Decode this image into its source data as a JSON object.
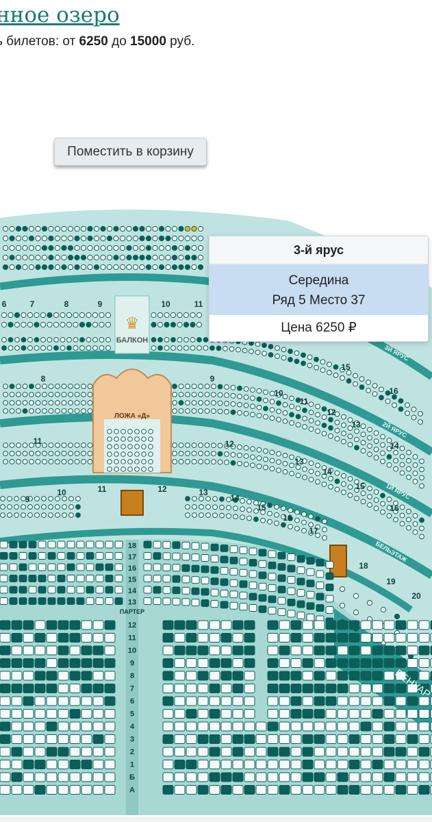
{
  "event": {
    "title": "нное озеро",
    "price_label": "ь билетов: от",
    "price_min": "6250",
    "price_to": "до",
    "price_max": "15000",
    "price_currency": "руб."
  },
  "cart_button": {
    "label": "Поместить в корзину"
  },
  "tooltip": {
    "section": "3-й ярус",
    "position": "Середина",
    "row_seat": "Ряд 5 Место 37",
    "price": "Цена 6250 ₽"
  },
  "hall": {
    "colors": {
      "background": "#bfe3e1",
      "tier_band": "#2e9a93",
      "seat_free": "#f5fbfa",
      "seat_taken": "#0c5e58",
      "seat_selected": "#f0b400",
      "stage_frame": "#f0c89a"
    },
    "labels": {
      "balcony": "БАЛКОН",
      "loge_d": "ЛОЖА «Д»",
      "parter": "ПАРТЕР",
      "tier3": "3Й ЯРУС",
      "tier2": "2Й ЯРУС",
      "tier1": "1Й ЯРУС",
      "beletage": "БЕЛЬЭТАЖ",
      "benoir": "БЕНУАР"
    },
    "tier3_box_numbers": [
      "6",
      "7",
      "8",
      "9",
      "10",
      "11"
    ],
    "tier3_right_numbers": [
      "15",
      "16"
    ],
    "tier2_numbers": [
      "8",
      "9",
      "10",
      "11",
      "12",
      "13",
      "14"
    ],
    "tier1_numbers": [
      "11",
      "12",
      "13",
      "14",
      "15",
      "16"
    ],
    "beletage_numbers": [
      "9",
      "10",
      "11",
      "12",
      "13",
      "14",
      "15",
      "16",
      "17"
    ],
    "benoir_numbers": [
      "18",
      "19",
      "20"
    ],
    "parter_back_rows": [
      "18",
      "17",
      "16",
      "15",
      "14",
      "13"
    ],
    "parter_front_rows": [
      "12",
      "11",
      "10",
      "9",
      "8",
      "7",
      "6",
      "5",
      "4",
      "3",
      "2",
      "1",
      "Б",
      "А"
    ]
  }
}
